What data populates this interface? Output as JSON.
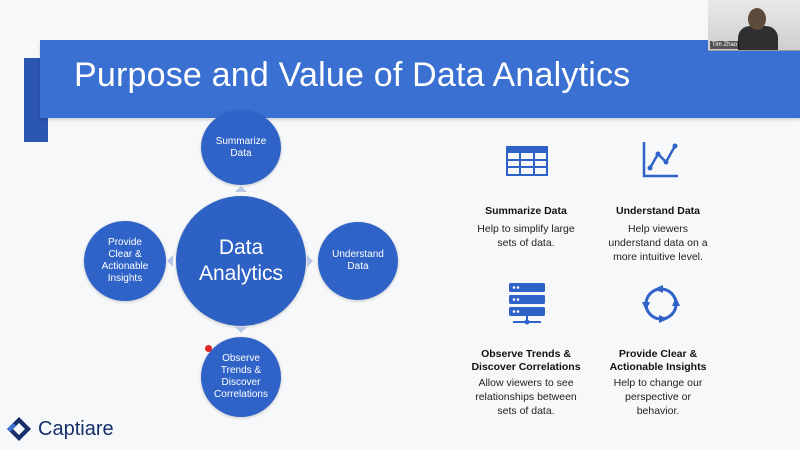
{
  "slide": {
    "title": "Purpose and Value of Data Analytics",
    "brand_color": "#3a70d2"
  },
  "diagram": {
    "center": "Data\nAnalytics",
    "top": "Summarize\nData",
    "right": "Understand\nData",
    "bottom": "Observe\nTrends &\nDiscover\nCorrelations",
    "left": "Provide\nClear &\nActionable\nInsights"
  },
  "blocks": [
    {
      "icon": "table-icon",
      "title": "Summarize Data",
      "desc": "Help to simplify large\nsets of data."
    },
    {
      "icon": "line-chart-icon",
      "title": "Understand Data",
      "desc": "Help viewers\nunderstand data on a\nmore intuitive level."
    },
    {
      "icon": "server-icon",
      "title": "Observe Trends &\nDiscover Correlations",
      "desc": "Allow viewers to see\nrelationships between\nsets of data."
    },
    {
      "icon": "refresh-icon",
      "title": "Provide Clear &\nActionable Insights",
      "desc": "Help to change our\nperspective or\nbehavior."
    }
  ],
  "logo": {
    "text": "Captiare"
  },
  "video": {
    "name": "Tim Zhao"
  }
}
